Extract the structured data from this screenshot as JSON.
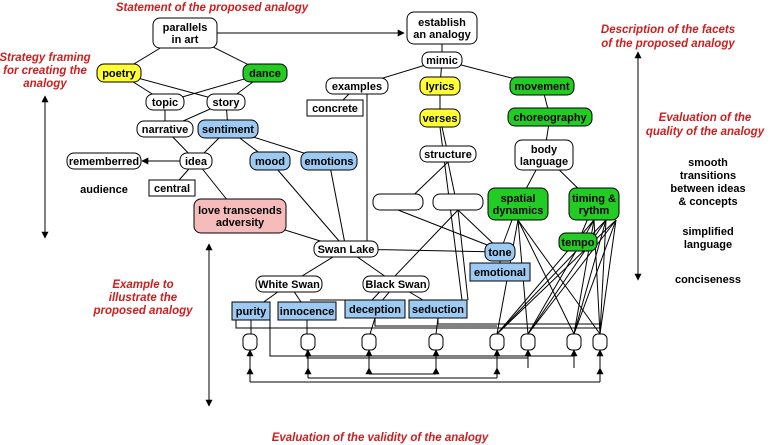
{
  "colors": {
    "white": "#ffffff",
    "yellow": "#ffff33",
    "green": "#22cc22",
    "blue": "#9ccaf2",
    "pink": "#f6bcbc",
    "annotation": "#cc1f1f"
  },
  "annotations": {
    "statement": "Statement of the proposed analogy",
    "strategy": [
      "Strategy framing",
      "for creating the",
      "analogy"
    ],
    "description": [
      "Description of the facets",
      "of the proposed analogy"
    ],
    "evaluation_quality": [
      "Evaluation of the",
      "quality of the analogy"
    ],
    "example": [
      "Example to",
      "illustrate the",
      "proposed analogy"
    ],
    "evaluation_validity": "Evaluation of the validity of the analogy"
  },
  "quality_criteria": [
    [
      "smooth",
      "transitions",
      "between ideas",
      "& concepts"
    ],
    [
      "simplified",
      "language"
    ],
    [
      "conciseness"
    ]
  ],
  "nodes": {
    "parallels": [
      "parallels",
      "in art"
    ],
    "poetry": [
      "poetry"
    ],
    "dance": [
      "dance"
    ],
    "topic": [
      "topic"
    ],
    "story": [
      "story"
    ],
    "narrative": [
      "narrative"
    ],
    "sentiment": [
      "sentiment"
    ],
    "rememberred": [
      "rememberred"
    ],
    "idea": [
      "idea"
    ],
    "mood": [
      "mood"
    ],
    "emotions": [
      "emotions"
    ],
    "audience": [
      "audience"
    ],
    "central": [
      "central"
    ],
    "love": [
      "love transcends",
      "adversity"
    ],
    "establish": [
      "establish",
      "an analogy"
    ],
    "mimic": [
      "mimic"
    ],
    "examples": [
      "examples"
    ],
    "concrete": [
      "concrete"
    ],
    "lyrics": [
      "lyrics"
    ],
    "verses": [
      "verses"
    ],
    "structure": [
      "structure"
    ],
    "movement": [
      "movement"
    ],
    "choreography": [
      "choreography"
    ],
    "body": [
      "body",
      "language"
    ],
    "spatial": [
      "spatial",
      "dynamics"
    ],
    "timing": [
      "timing &",
      "rythm"
    ],
    "tempo": [
      "tempo"
    ],
    "swanlake": [
      "Swan Lake"
    ],
    "tone": [
      "tone"
    ],
    "emotional": [
      "emotional"
    ],
    "whiteswan": [
      "White Swan"
    ],
    "blackswan": [
      "Black Swan"
    ],
    "purity": [
      "purity"
    ],
    "innocence": [
      "innocence"
    ],
    "deception": [
      "deception"
    ],
    "seduction": [
      "seduction"
    ]
  }
}
